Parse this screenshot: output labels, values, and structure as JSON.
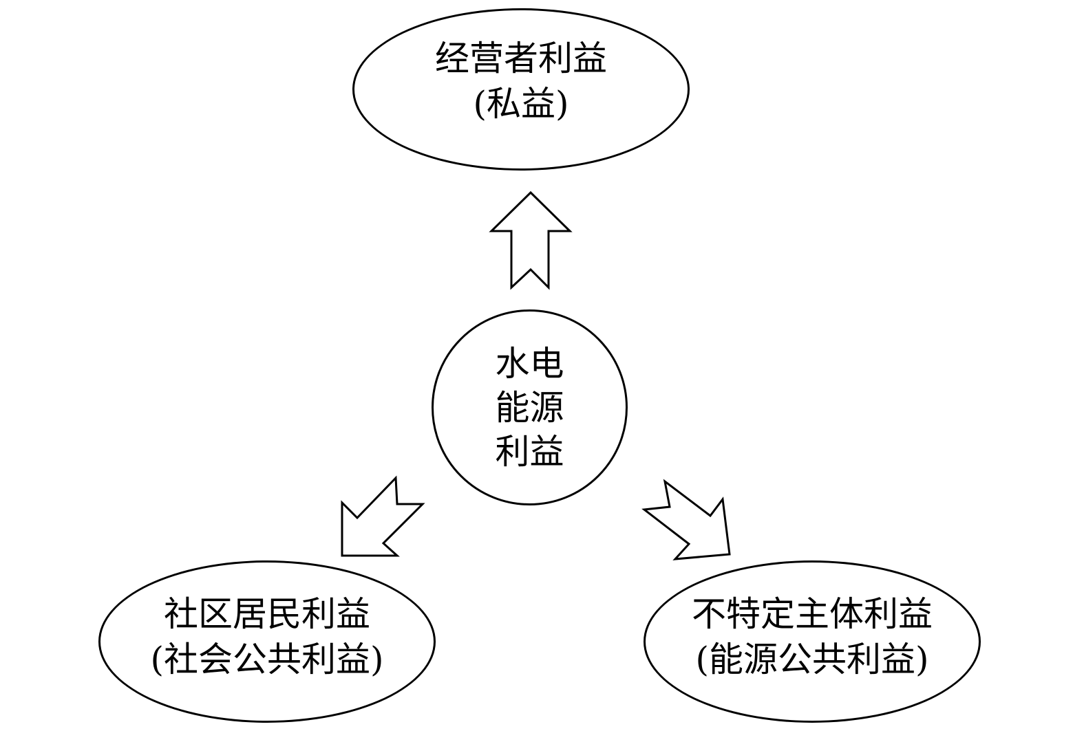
{
  "diagram": {
    "center": {
      "lines": [
        "水电",
        "能源",
        "利益"
      ]
    },
    "operator": {
      "line1": "经营者利益",
      "line2": "(私益)"
    },
    "community": {
      "line1": "社区居民利益",
      "line2": "(社会公共利益)"
    },
    "unspecified": {
      "line1": "不特定主体利益",
      "line2": "(能源公共利益)"
    },
    "colors": {
      "stroke": "#000000",
      "fill": "#ffffff",
      "text": "#000000"
    },
    "icons": [
      "hollow-arrow-up-icon",
      "hollow-arrow-down-left-icon",
      "hollow-arrow-down-right-icon"
    ]
  }
}
